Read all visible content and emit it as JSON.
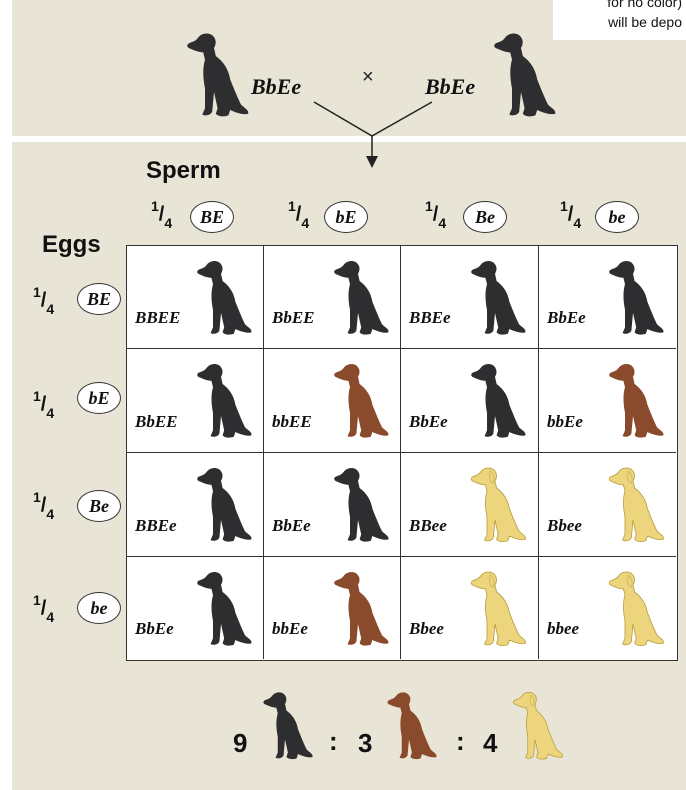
{
  "note": {
    "line1": "for no color)",
    "line2": "will be depo"
  },
  "parents": {
    "left_genotype": "BbEe",
    "cross_symbol": "×",
    "right_genotype": "BbEe"
  },
  "headers": {
    "sperm": "Sperm",
    "eggs": "Eggs"
  },
  "fraction": {
    "num": "1",
    "den": "4"
  },
  "sperm_gametes": [
    "BE",
    "bE",
    "Be",
    "be"
  ],
  "egg_gametes": [
    "BE",
    "bE",
    "Be",
    "be"
  ],
  "colors": {
    "black": "#2e2e30",
    "brown": "#8a4a2c",
    "yellow": "#ecd57c",
    "panel": "#e9e5d6"
  },
  "grid": [
    [
      {
        "genotype": "BBEE",
        "coat": "black"
      },
      {
        "genotype": "BbEE",
        "coat": "black"
      },
      {
        "genotype": "BBEe",
        "coat": "black"
      },
      {
        "genotype": "BbEe",
        "coat": "black"
      }
    ],
    [
      {
        "genotype": "BbEE",
        "coat": "black"
      },
      {
        "genotype": "bbEE",
        "coat": "brown"
      },
      {
        "genotype": "BbEe",
        "coat": "black"
      },
      {
        "genotype": "bbEe",
        "coat": "brown"
      }
    ],
    [
      {
        "genotype": "BBEe",
        "coat": "black"
      },
      {
        "genotype": "BbEe",
        "coat": "black"
      },
      {
        "genotype": "BBee",
        "coat": "yellow"
      },
      {
        "genotype": "Bbee",
        "coat": "yellow"
      }
    ],
    [
      {
        "genotype": "BbEe",
        "coat": "black"
      },
      {
        "genotype": "bbEe",
        "coat": "brown"
      },
      {
        "genotype": "Bbee",
        "coat": "yellow"
      },
      {
        "genotype": "bbee",
        "coat": "yellow"
      }
    ]
  ],
  "ratio": {
    "black": "9",
    "brown": "3",
    "yellow": "4",
    "separator": ":"
  }
}
